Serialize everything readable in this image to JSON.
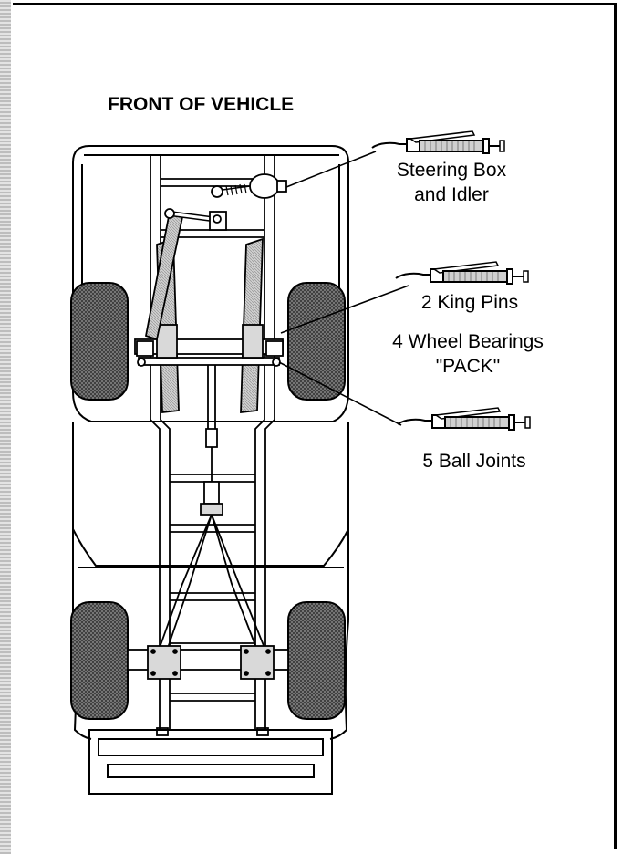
{
  "diagram": {
    "front_label": "FRONT OF VEHICLE",
    "callouts": {
      "steering_line1": "Steering Box",
      "steering_line2": "and Idler",
      "king_pins": "2 King Pins",
      "wheel_bearings_line1": "4 Wheel Bearings",
      "wheel_bearings_line2": "\"PACK\"",
      "ball_joints": "5 Ball Joints"
    }
  },
  "colors": {
    "ink": "#000000",
    "tire_fill": "#6e6e6e",
    "component_fill": "#bdbdbd",
    "left_strip": "#cfcfcf"
  },
  "icons": [
    "grease-gun-icon"
  ]
}
